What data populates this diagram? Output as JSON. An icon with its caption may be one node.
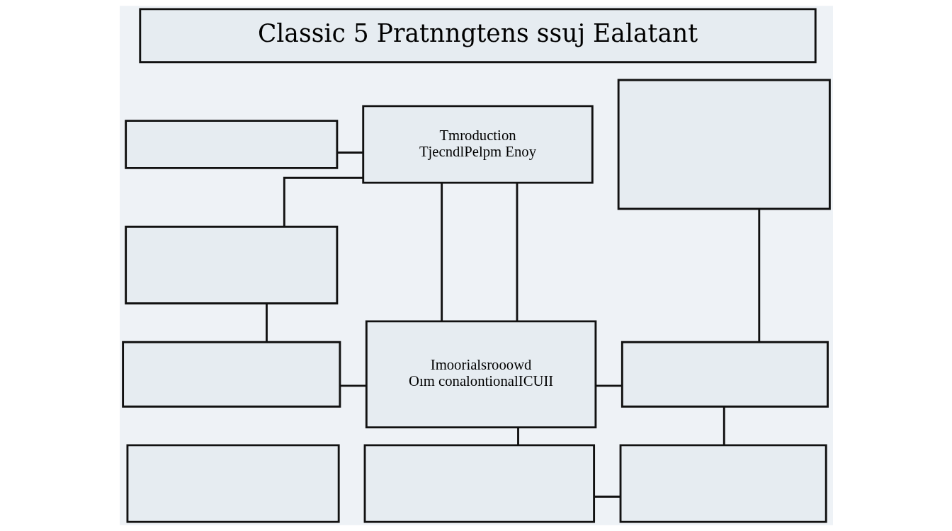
{
  "diagram": {
    "nodes": [
      {
        "text": [
          "Classic 5 Pratnngtens ssuj Ealatant"
        ]
      },
      {
        "text": [],
        "shape": "box"
      },
      {
        "text": [
          "Tmroduction",
          "TjecndlPelpm Enoy"
        ]
      },
      {
        "text": [],
        "shape": "box"
      },
      {
        "text": [],
        "shape": "box"
      },
      {
        "text": [
          "Imoorialsrooowd",
          "Oım conalontionalICUII"
        ]
      },
      {
        "text": [],
        "shape": "box"
      },
      {
        "text": [],
        "shape": "box"
      },
      {
        "text": [],
        "shape": "box"
      },
      {
        "text": [],
        "shape": "box"
      },
      {
        "text": [],
        "shape": "box"
      }
    ],
    "edges": [
      {
        "from": 1,
        "to": 2,
        "arrow": "none"
      },
      {
        "from": 4,
        "to": 2,
        "arrow": "none"
      },
      {
        "from": 2,
        "to": 5,
        "arrow": "none"
      },
      {
        "from": 2,
        "to": 5,
        "arrow": "none"
      },
      {
        "from": 4,
        "to": 6,
        "arrow": "none"
      },
      {
        "from": 6,
        "to": 5,
        "arrow": "none"
      },
      {
        "from": 5,
        "to": 7,
        "arrow": "none"
      },
      {
        "from": 3,
        "to": 7,
        "arrow": "none"
      },
      {
        "from": 5,
        "to": 9,
        "arrow": "none"
      },
      {
        "from": 7,
        "to": 10,
        "arrow": "none"
      },
      {
        "from": 9,
        "to": 10,
        "arrow": "none"
      }
    ]
  }
}
